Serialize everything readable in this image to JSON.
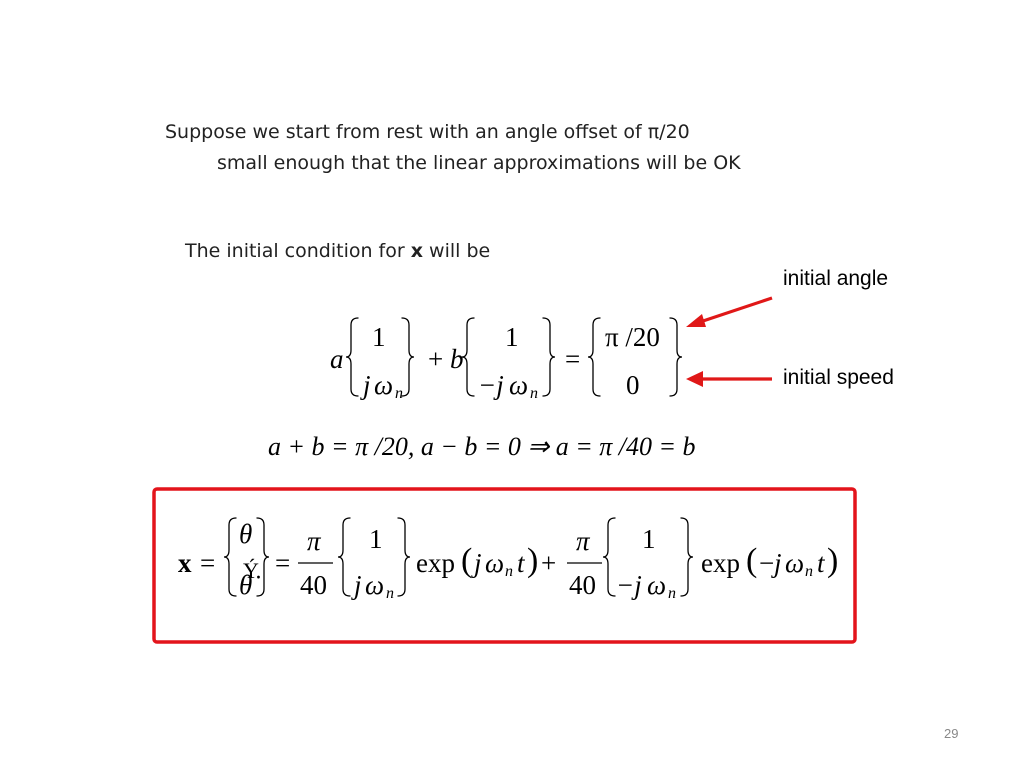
{
  "slide": {
    "line1": "Suppose we start from rest with an angle offset of π/20",
    "line2": "small enough that the linear approximations will be OK",
    "ic_prefix": "The initial condition for ",
    "ic_bold": "x",
    "ic_suffix": " will be",
    "annotation_angle": "initial angle",
    "annotation_speed": "initial speed",
    "page_number": "29"
  },
  "equation1": {
    "a": "a",
    "one": "1",
    "j": "j",
    "omega": "ω",
    "n": "n",
    "plus": "+",
    "b": "b",
    "minus_j": "−j",
    "eq": "=",
    "pi_over_20": "π /20",
    "zero": "0"
  },
  "equation2": {
    "text": "a + b = π /20,    a − b = 0 ⇒ a = π /40 = b"
  },
  "equation3": {
    "x": "x",
    "eq": "=",
    "theta": "θ",
    "theta_dot": "θ̇",
    "glitch": "Ý",
    "pi": "π",
    "forty": "40",
    "one": "1",
    "j": "j",
    "omega": "ω",
    "n": "n",
    "exp": "exp",
    "t": "t",
    "plus": "+",
    "minus_j": "−j",
    "minus": "−"
  },
  "colors": {
    "arrow_red": "#e01818",
    "box_red": "#e3141b"
  }
}
